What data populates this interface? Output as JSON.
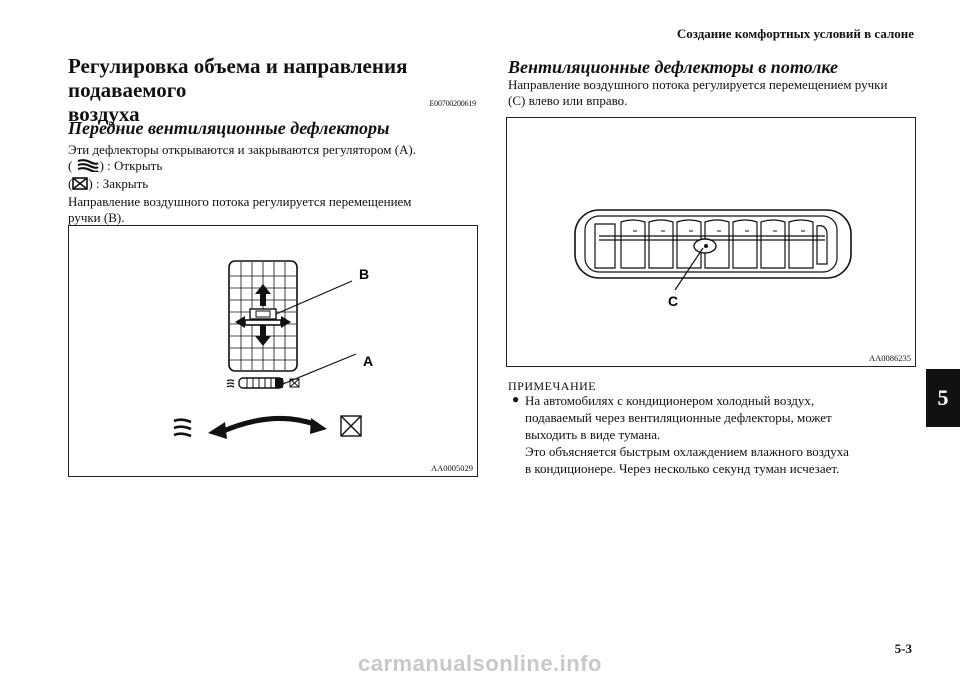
{
  "header": {
    "chapter_title": "Создание комфортных условий в салоне"
  },
  "section_tab": {
    "number": "5"
  },
  "page_number": "5-3",
  "watermark": "carmanualsonline.info",
  "left": {
    "title_lines": [
      "Регулировка объема и направления подаваемого",
      "воздуха"
    ],
    "code": "E00700200619",
    "subtitle": "Передние вентиляционные дефлекторы",
    "text_line_1": "Эти дефлекторы открываются и закрываются регулятором (A).",
    "open_label": ") : Открыть",
    "close_label": ") : Закрыть",
    "paren_open": "(",
    "text_line_2": "Направление воздушного потока регулируется перемещением",
    "text_line_3": "ручки (B).",
    "figure": {
      "label_b": "B",
      "label_a": "A",
      "code": "AA0005029"
    }
  },
  "right": {
    "subtitle": "Вентиляционные дефлекторы в потолке",
    "text_line_1": "Направление воздушного потока регулируется перемещением ручки",
    "text_line_2": "(C) влево или вправо.",
    "figure": {
      "label_c": "C",
      "code": "AA0086235"
    },
    "note": {
      "title": "ПРИМЕЧАНИЕ",
      "bullet": "●",
      "lines": [
        "На автомобилях с кондиционером холодный воздух,",
        "подаваемый через вентиляционные дефлекторы, может",
        "выходить в виде тумана.",
        "Это объясняется быстрым охлаждением влажного воздуха",
        "в кондиционере. Через несколько секунд туман исчезает."
      ]
    }
  },
  "icons": [
    "open-airflow-icon",
    "closed-vent-icon"
  ]
}
